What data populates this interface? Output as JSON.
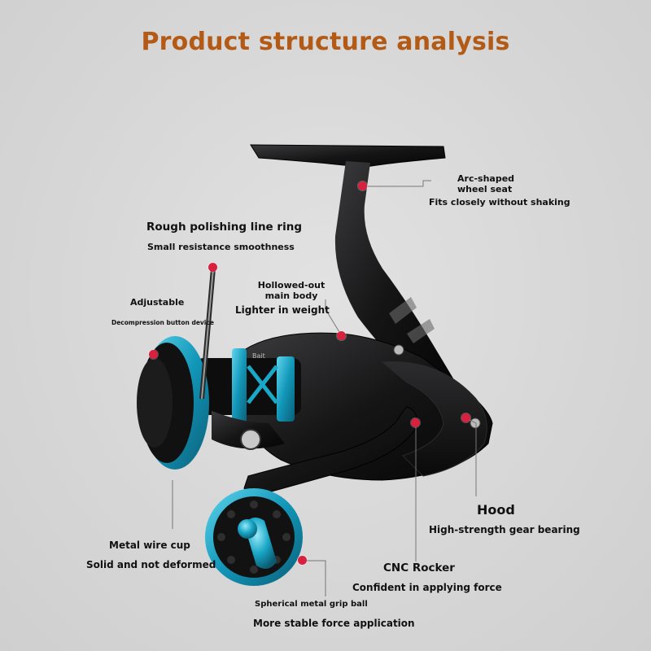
{
  "title": "Product structure analysis",
  "colors": {
    "title": "#b35a16",
    "marker": "#d8203f",
    "accent": "#1aa8c8"
  },
  "labels": {
    "wheel_seat": {
      "l1": "Arc-shaped",
      "l2": "wheel seat",
      "sub": "Fits closely without shaking"
    },
    "line_ring": {
      "title": "Rough polishing line ring",
      "sub": "Small resistance smoothness"
    },
    "main_body": {
      "l1": "Hollowed-out",
      "l2": "main body",
      "sub": "Lighter in weight"
    },
    "adjustable": {
      "title": "Adjustable",
      "sub": "Decompression button device"
    },
    "hood": {
      "title": "Hood",
      "sub": "High-strength gear bearing"
    },
    "wire_cup": {
      "title": "Metal wire cup",
      "sub": "Solid and not deformed"
    },
    "rocker": {
      "title": "CNC Rocker",
      "sub": "Confident in applying force"
    },
    "grip_ball": {
      "title": "Spherical metal grip ball",
      "sub": "More stable force application"
    }
  }
}
